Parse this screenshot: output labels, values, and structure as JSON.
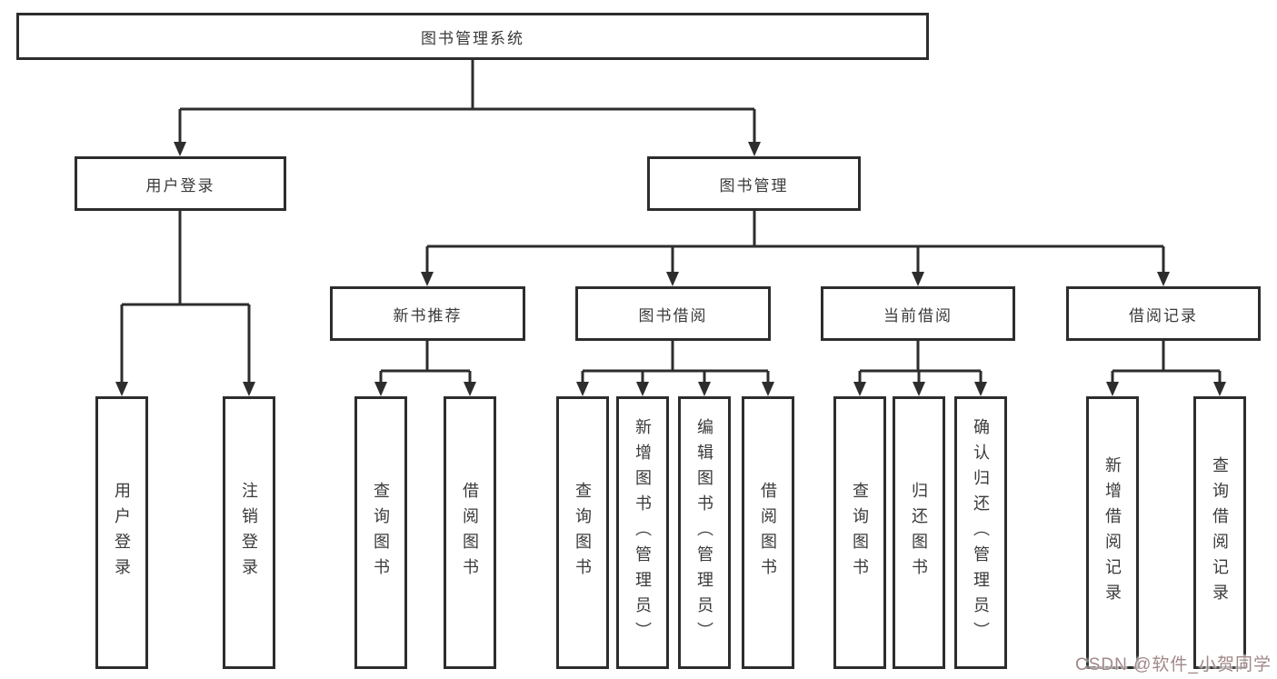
{
  "meta": {
    "line_color": "#2d2d2d",
    "text_color": "#3a3a3a",
    "box_bg": "#ffffff",
    "watermark_color": "#a18888"
  },
  "diagram": {
    "root": {
      "label": "图书管理系统"
    },
    "branches": [
      {
        "label": "用户登录",
        "children": [
          {
            "label": "用户登录"
          },
          {
            "label": "注销登录"
          }
        ]
      },
      {
        "label": "图书管理",
        "children": [
          {
            "label": "新书推荐",
            "children": [
              {
                "label": "查询图书"
              },
              {
                "label": "借阅图书"
              }
            ]
          },
          {
            "label": "图书借阅",
            "children": [
              {
                "label": "查询图书"
              },
              {
                "label": "新增图书（管理员）"
              },
              {
                "label": "编辑图书（管理员）"
              },
              {
                "label": "借阅图书"
              }
            ]
          },
          {
            "label": "当前借阅",
            "children": [
              {
                "label": "查询图书"
              },
              {
                "label": "归还图书"
              },
              {
                "label": "确认归还（管理员）"
              }
            ]
          },
          {
            "label": "借阅记录",
            "children": [
              {
                "label": "新增借阅记录"
              },
              {
                "label": "查询借阅记录"
              }
            ]
          }
        ]
      }
    ]
  },
  "watermark": {
    "text": "CSDN @软件_小贺同学"
  }
}
